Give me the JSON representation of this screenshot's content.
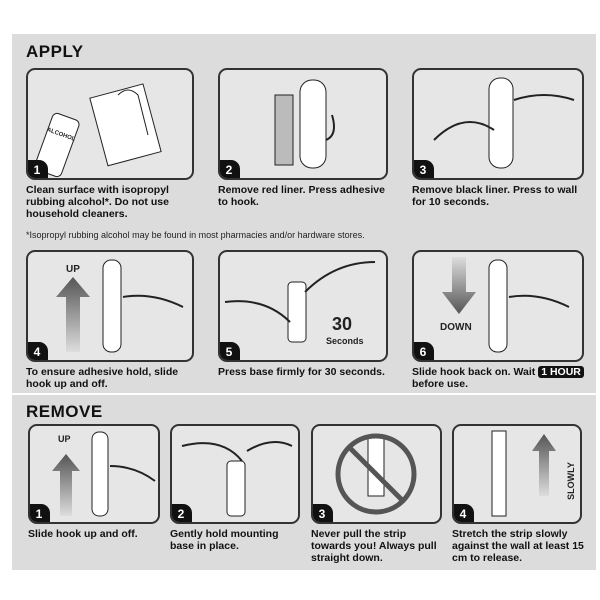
{
  "apply": {
    "title": "APPLY",
    "steps": [
      {
        "num": "1",
        "text": "Clean surface with isopropyl rubbing alcohol*. Do not use household cleaners.",
        "bottle_label": "ALCOHOL"
      },
      {
        "num": "2",
        "text": "Remove red liner. Press adhesive to hook."
      },
      {
        "num": "3",
        "text": "Remove black liner. Press to wall for 10 seconds."
      },
      {
        "num": "4",
        "text": "To ensure adhesive hold, slide hook up and off.",
        "label": "UP"
      },
      {
        "num": "5",
        "text": "Press base firmly for 30 seconds.",
        "big": "30",
        "small": "Seconds"
      },
      {
        "num": "6",
        "text_before": "Slide hook back on. Wait",
        "badge": "1 HOUR",
        "text_after": "before use.",
        "label": "DOWN"
      }
    ],
    "footnote": "*Isopropyl rubbing alcohol may be found in most pharmacies and/or hardware stores."
  },
  "remove": {
    "title": "REMOVE",
    "steps": [
      {
        "num": "1",
        "text": "Slide hook up and off.",
        "label": "UP"
      },
      {
        "num": "2",
        "text": "Gently hold mounting base in place."
      },
      {
        "num": "3",
        "text": "Never pull the strip towards you! Always pull straight down."
      },
      {
        "num": "4",
        "text": "Stretch the strip slowly against the wall at least 15 cm to release.",
        "label": "SLOWLY"
      }
    ]
  }
}
